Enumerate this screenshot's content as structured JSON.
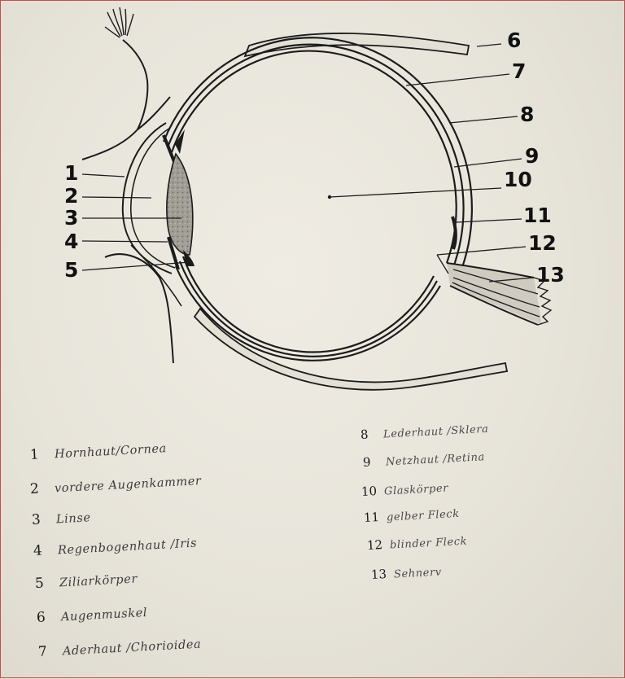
{
  "callouts": [
    {
      "id": "1",
      "number": "1"
    },
    {
      "id": "2",
      "number": "2"
    },
    {
      "id": "3",
      "number": "3"
    },
    {
      "id": "4",
      "number": "4"
    },
    {
      "id": "5",
      "number": "5"
    },
    {
      "id": "6",
      "number": "6"
    },
    {
      "id": "7",
      "number": "7"
    },
    {
      "id": "8",
      "number": "8"
    },
    {
      "id": "9",
      "number": "9"
    },
    {
      "id": "10",
      "number": "10"
    },
    {
      "id": "11",
      "number": "11"
    },
    {
      "id": "12",
      "number": "12"
    },
    {
      "id": "13",
      "number": "13"
    }
  ],
  "legend": {
    "left": [
      {
        "number": "1",
        "text": "Hornhaut/Cornea"
      },
      {
        "number": "2",
        "text": "vordere Augenkammer"
      },
      {
        "number": "3",
        "text": "Linse"
      },
      {
        "number": "4",
        "text": "Regenbogenhaut /Iris"
      },
      {
        "number": "5",
        "text": "Ziliarkörper"
      },
      {
        "number": "6",
        "text": "Augenmuskel"
      },
      {
        "number": "7",
        "text": "Aderhaut /Chorioidea"
      }
    ],
    "right": [
      {
        "number": "8",
        "text": "Lederhaut /Sklera"
      },
      {
        "number": "9",
        "text": "Netzhaut /Retina"
      },
      {
        "number": "10",
        "text": "Glaskörper"
      },
      {
        "number": "11",
        "text": "gelber Fleck"
      },
      {
        "number": "12",
        "text": "blinder Fleck"
      },
      {
        "number": "13",
        "text": "Sehnerv"
      }
    ]
  },
  "colors": {
    "ink": "#1c1c1c",
    "paper": "#ebe8de",
    "lens": "#9a978f",
    "frame": "#c0504d"
  }
}
